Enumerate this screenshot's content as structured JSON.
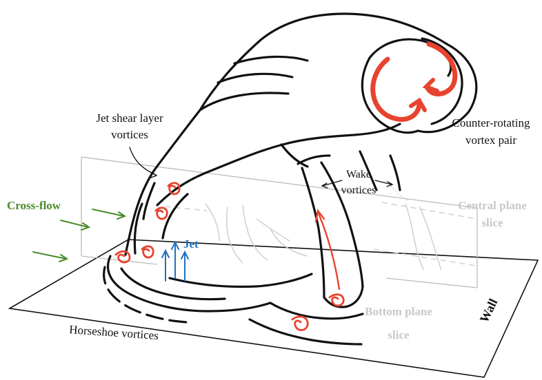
{
  "labels": {
    "jet_shear_line1": "Jet shear layer",
    "jet_shear_line2": "vortices",
    "counter_line1": "Counter-rotating",
    "counter_line2": "vortex pair",
    "wake_line1": "Wake",
    "wake_line2": "vortices",
    "central_line1": "Central plane",
    "central_line2": "slice",
    "cross_flow": "Cross-flow",
    "jet": "Jet",
    "bottom_line1": "Bottom plane",
    "bottom_line2": "slice",
    "horseshoe": "Horseshoe vortices",
    "wall": "Wall"
  },
  "colors": {
    "ink": "#111111",
    "vortex_red": "#e8432e",
    "cross_flow_green": "#4a8a2a",
    "jet_blue": "#1f6fc2",
    "plane_gray": "#bbbbbb",
    "faded_text": "#c8c8c8"
  }
}
